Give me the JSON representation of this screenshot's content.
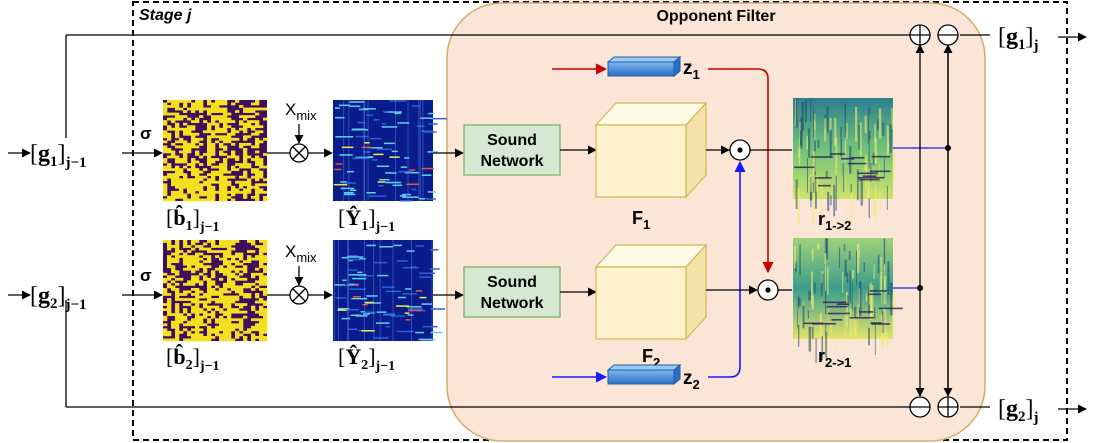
{
  "stage_label": "Stage j",
  "opponent_filter_label": "Opponent Filter",
  "inputs": {
    "g1": {
      "open": "[",
      "sym": "g",
      "sub": "1",
      "close": "]",
      "idx": "j−1"
    },
    "g2": {
      "open": "[",
      "sym": "g",
      "sub": "2",
      "close": "]",
      "idx": "j−1"
    }
  },
  "outputs": {
    "g1": {
      "open": "[",
      "sym": "g",
      "sub": "1",
      "close": "]",
      "idx": "j"
    },
    "g2": {
      "open": "[",
      "sym": "g",
      "sub": "2",
      "close": "]",
      "idx": "j"
    }
  },
  "sigma": "σ",
  "xmix": {
    "base": "X",
    "sub": "mix"
  },
  "mask_labels": {
    "b1": {
      "sym": "b̂",
      "sub": "1",
      "idx": "j−1"
    },
    "b2": {
      "sym": "b̂",
      "sub": "2",
      "idx": "j−1"
    }
  },
  "spec_labels": {
    "y1": {
      "sym": "Ŷ",
      "sub": "1",
      "idx": "j−1"
    },
    "y2": {
      "sym": "Ŷ",
      "sub": "2",
      "idx": "j−1"
    }
  },
  "sound_network": {
    "line1": "Sound",
    "line2": "Network"
  },
  "filters": {
    "f1": {
      "base": "F",
      "sub": "1"
    },
    "f2": {
      "base": "F",
      "sub": "2"
    }
  },
  "z": {
    "z1": {
      "base": "z",
      "sub": "1"
    },
    "z2": {
      "base": "z",
      "sub": "2"
    }
  },
  "r": {
    "r12": {
      "base": "r",
      "sub": "1->2"
    },
    "r21": {
      "base": "r",
      "sub": "2->1"
    }
  },
  "colors": {
    "red": "#cc0000",
    "blue": "#1a1aff",
    "orange_fill": "#fbe5d6",
    "orange_stroke": "#d6a96b",
    "green_fill": "#d5e8d4",
    "green_stroke": "#82b366",
    "cube_fill": "#fff2cc",
    "cube_stroke": "#d6b656",
    "z_fill": "#3b86d8",
    "mask_yellow": "#f4e01e",
    "mask_purple": "#3f0f5e",
    "spec_dark": "#0a1c8c",
    "spec_mid": "#2a61d8"
  }
}
